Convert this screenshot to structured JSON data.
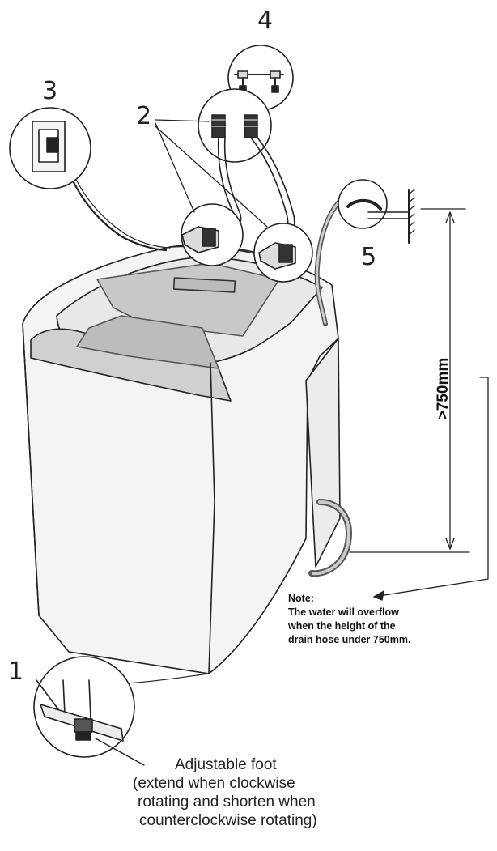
{
  "callouts": {
    "foot": "1",
    "inlet_connectors": "2",
    "power_socket": "3",
    "water_taps": "4",
    "drain_support": "5"
  },
  "height_dimension": ">750mm",
  "note": {
    "title": "Note:",
    "lines": [
      "The water will overflow",
      "when the height of the",
      "drain hose under 750mm."
    ]
  },
  "foot_caption": [
    "Adjustable foot",
    "(extend when clockwise",
    "rotating and shorten when",
    "counterclockwise rotating)"
  ]
}
